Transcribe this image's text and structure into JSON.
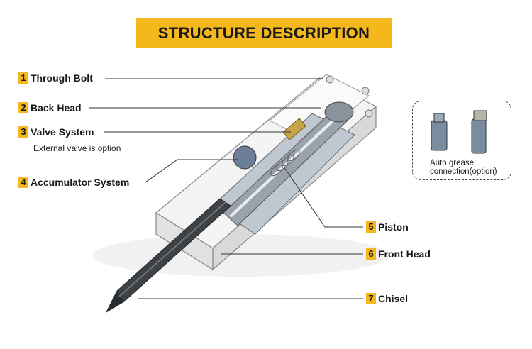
{
  "title": "STRUCTURE DESCRIPTION",
  "labels": [
    {
      "num": "1",
      "text": "Through Bolt"
    },
    {
      "num": "2",
      "text": "Back Head"
    },
    {
      "num": "3",
      "text": "Valve System"
    },
    {
      "num": "4",
      "text": "Accumulator System"
    },
    {
      "num": "5",
      "text": "Piston"
    },
    {
      "num": "6",
      "text": "Front Head"
    },
    {
      "num": "7",
      "text": "Chisel"
    }
  ],
  "valve_note": "External valve is option",
  "grease_caption": "Auto grease\nconnection(option)",
  "colors": {
    "accent": "#f5b81c",
    "text": "#1a1a1a"
  }
}
